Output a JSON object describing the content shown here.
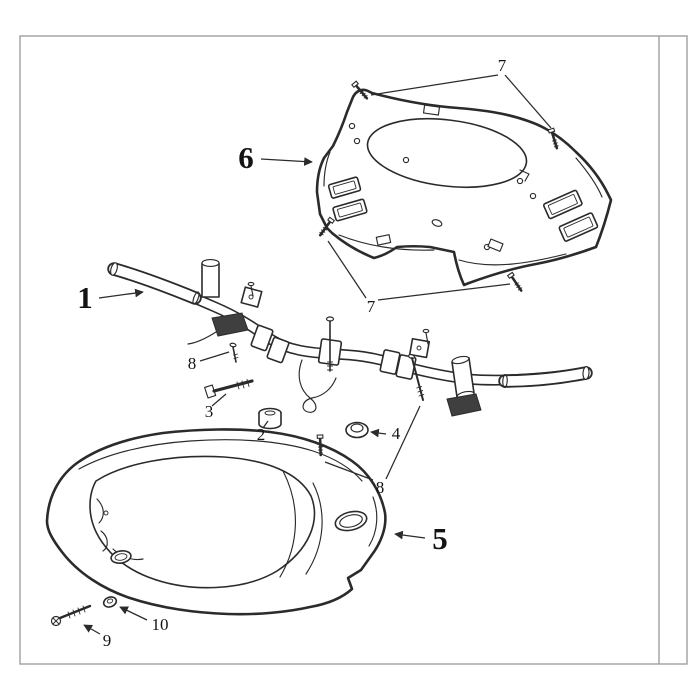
{
  "figure": {
    "kind": "exploded-parts-diagram"
  },
  "colors": {
    "background": "#ffffff",
    "line": "#2b2b2b",
    "frame": "#a0a0a0"
  },
  "callouts": {
    "c1": "1",
    "c2": "2",
    "c3": "3",
    "c4": "4",
    "c5": "5",
    "c6": "6",
    "c7": "7",
    "c8": "8",
    "c9": "9",
    "c10": "10"
  }
}
